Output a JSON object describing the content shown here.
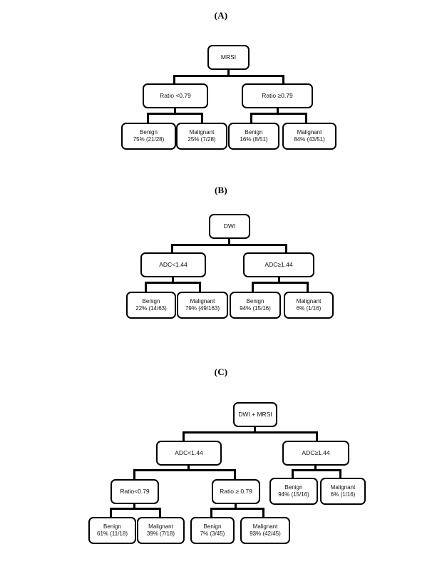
{
  "figure": {
    "background": "#ffffff",
    "line_color": "#000000"
  },
  "panels": [
    {
      "label": "(A)",
      "root": {
        "line1": "MRSI"
      },
      "branches": [
        {
          "line1": "Ratio <0.79"
        },
        {
          "line1": "Ratio ≥0.79"
        }
      ],
      "leaves": [
        {
          "line1": "Benign",
          "line2": "75% (21/28)"
        },
        {
          "line1": "Malignant",
          "line2": "25% (7/28)"
        },
        {
          "line1": "Benign",
          "line2": "16% (8/51)"
        },
        {
          "line1": "Malignant",
          "line2": "84% (43/51)"
        }
      ]
    },
    {
      "label": "(B)",
      "root": {
        "line1": "DWI"
      },
      "branches": [
        {
          "line1": "ADC<1.44"
        },
        {
          "line1": "ADC≥1.44"
        }
      ],
      "leaves": [
        {
          "line1": "Benign",
          "line2": "22% (14/63)"
        },
        {
          "line1": "Malignant",
          "line2": "79% (49/163)"
        },
        {
          "line1": "Benign",
          "line2": "94% (15/16)"
        },
        {
          "line1": "Malignant",
          "line2": "6% (1/16)"
        }
      ]
    },
    {
      "label": "(C)",
      "root": {
        "line1": "DWI + MRSI"
      },
      "branches": [
        {
          "line1": "ADC<1.44"
        },
        {
          "line1": "ADC≥1.44"
        }
      ],
      "subbranches": [
        {
          "line1": "Ratio<0.79"
        },
        {
          "line1": "Ratio ≥ 0.79"
        }
      ],
      "right_leaves": [
        {
          "line1": "Benign",
          "line2": "94% (15/16)"
        },
        {
          "line1": "Malignant",
          "line2": "6% (1/16)"
        }
      ],
      "leaves": [
        {
          "line1": "Benign",
          "line2": "61% (11/18)"
        },
        {
          "line1": "Malignant",
          "line2": "39% (7/18)"
        },
        {
          "line1": "Benign",
          "line2": "7% (3/45)"
        },
        {
          "line1": "Malignant",
          "line2": "93% (42/45)"
        }
      ]
    }
  ]
}
